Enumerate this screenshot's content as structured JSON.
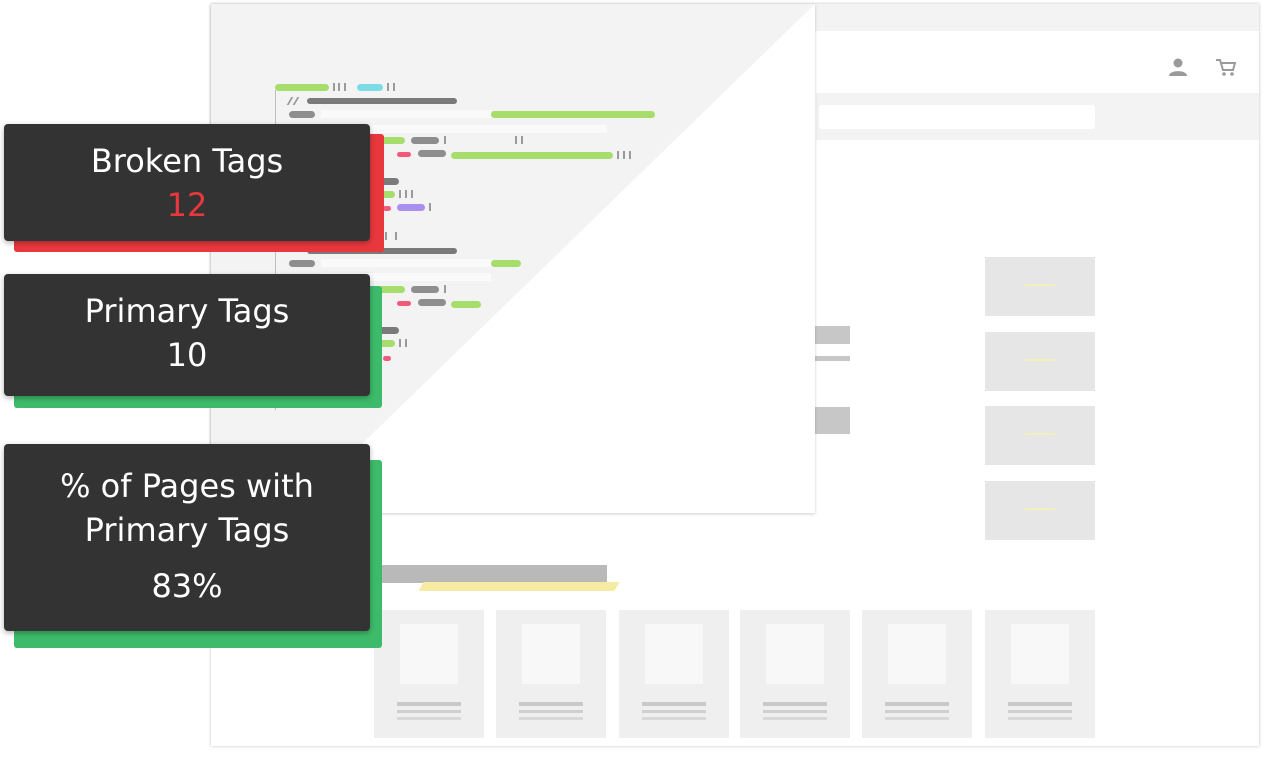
{
  "icons": {
    "account": "user-icon",
    "cart": "cart-icon"
  },
  "colors": {
    "card_bg": "#333333",
    "broken_accent": "#e8383d",
    "primary_accent": "#3dbb6a",
    "broken_value": "#e8383d",
    "code_green": "#a6dd6b",
    "code_gray": "#8e8e8e",
    "code_cyan": "#7ddbe8",
    "code_pink": "#f25a7a",
    "code_purple": "#a990f0"
  },
  "stats": [
    {
      "label": "Broken Tags",
      "value": "12",
      "status": "error"
    },
    {
      "label": "Primary Tags",
      "value": "10",
      "status": "ok"
    },
    {
      "label": "% of Pages with Primary Tags",
      "value": "83%",
      "progress": 0.83,
      "status": "ok"
    }
  ]
}
